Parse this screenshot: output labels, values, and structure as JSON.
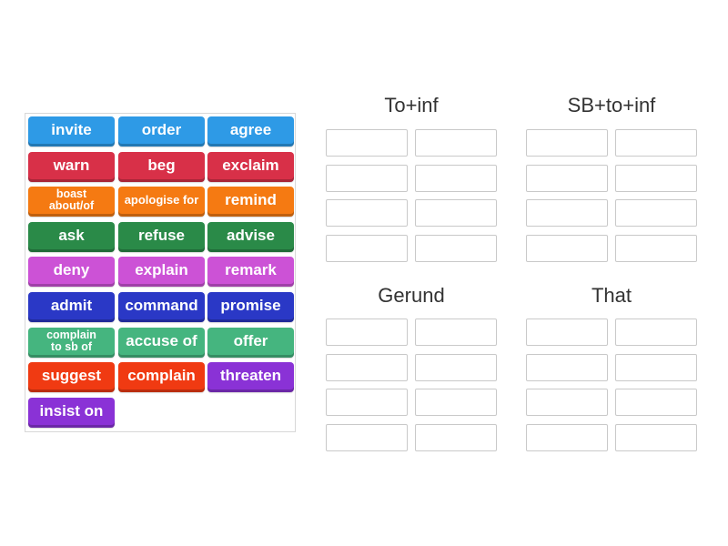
{
  "tiles": [
    {
      "label": "invite",
      "color": "#2e9ae6"
    },
    {
      "label": "order",
      "color": "#2e9ae6"
    },
    {
      "label": "agree",
      "color": "#2e9ae6"
    },
    {
      "label": "warn",
      "color": "#d83048"
    },
    {
      "label": "beg",
      "color": "#d83048"
    },
    {
      "label": "exclaim",
      "color": "#d83048"
    },
    {
      "label": "boast about/of",
      "color": "#f57a12"
    },
    {
      "label": "apologise for",
      "color": "#f57a12"
    },
    {
      "label": "remind",
      "color": "#f57a12"
    },
    {
      "label": "ask",
      "color": "#2a8a48"
    },
    {
      "label": "refuse",
      "color": "#2a8a48"
    },
    {
      "label": "advise",
      "color": "#2a8a48"
    },
    {
      "label": "deny",
      "color": "#cc52d6"
    },
    {
      "label": "explain",
      "color": "#cc52d6"
    },
    {
      "label": "remark",
      "color": "#cc52d6"
    },
    {
      "label": "admit",
      "color": "#2a38c6"
    },
    {
      "label": "command",
      "color": "#2a38c6"
    },
    {
      "label": "promise",
      "color": "#2a38c6"
    },
    {
      "label": "complain to sb of",
      "color": "#45b57f"
    },
    {
      "label": "accuse of",
      "color": "#45b57f"
    },
    {
      "label": "offer",
      "color": "#45b57f"
    },
    {
      "label": "suggest",
      "color": "#f03a12"
    },
    {
      "label": "complain",
      "color": "#f03a12"
    },
    {
      "label": "threaten",
      "color": "#8a32d6"
    },
    {
      "label": "insist on",
      "color": "#8a32d6"
    }
  ],
  "groups": [
    {
      "title": "To+inf"
    },
    {
      "title": "SB+to+inf"
    },
    {
      "title": "Gerund"
    },
    {
      "title": "That"
    }
  ]
}
